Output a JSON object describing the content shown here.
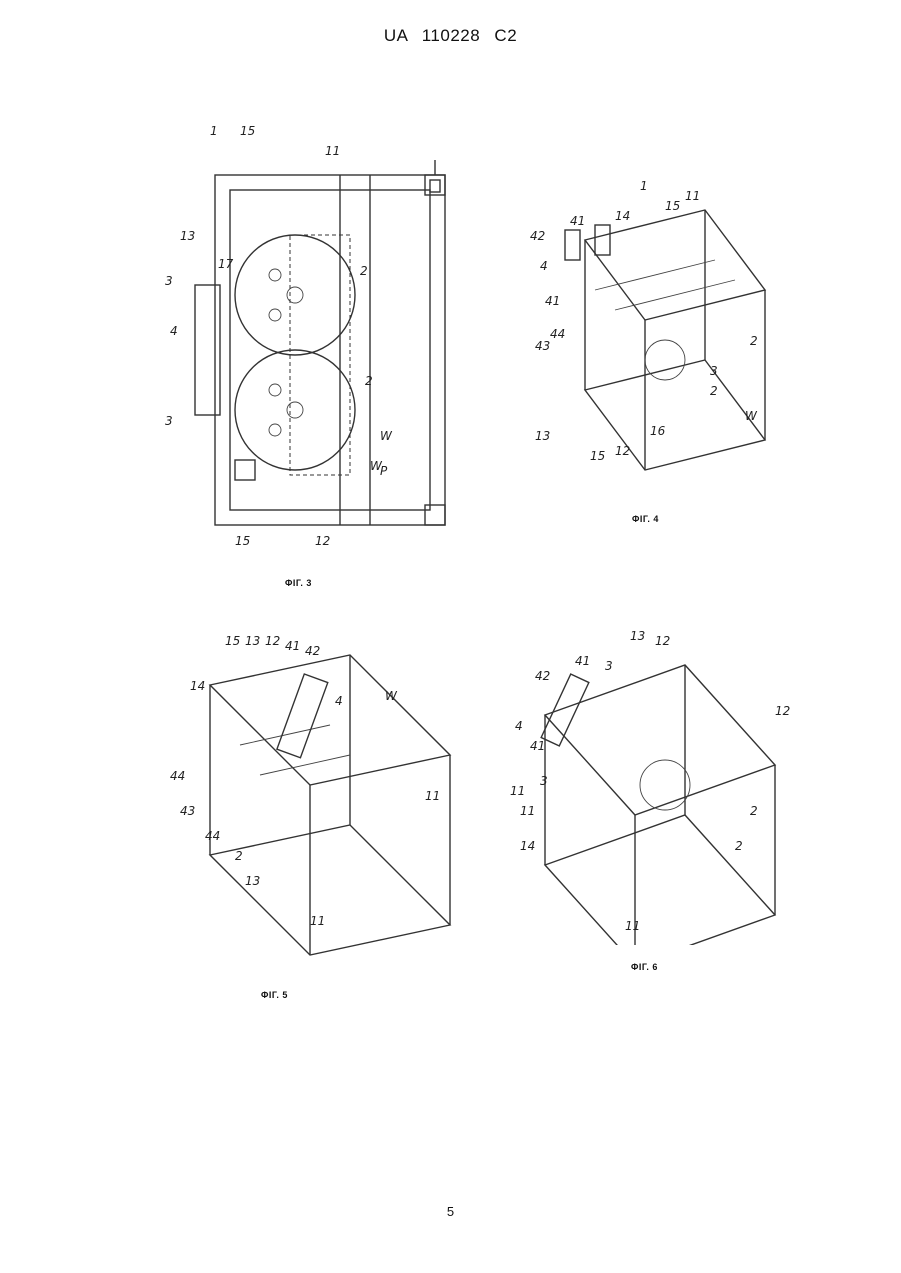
{
  "header": {
    "document_id": "UA   110228   C2"
  },
  "page": {
    "number": "5"
  },
  "figures": [
    {
      "id": "fig3",
      "caption": "ΦIГ. 3",
      "labels": [
        "1",
        "15",
        "11",
        "13",
        "17",
        "3",
        "4",
        "2",
        "3",
        "2",
        "W",
        "W",
        "P",
        "15",
        "12"
      ]
    },
    {
      "id": "fig4",
      "caption": "ΦIГ. 4",
      "labels": [
        "1",
        "11",
        "15",
        "42",
        "41",
        "14",
        "4",
        "41",
        "43",
        "44",
        "2",
        "3",
        "2",
        "W",
        "13",
        "15",
        "12",
        "16"
      ]
    },
    {
      "id": "fig5",
      "caption": "ΦIГ. 5",
      "labels": [
        "15",
        "13",
        "12",
        "41",
        "42",
        "14",
        "4",
        "W",
        "44",
        "43",
        "44",
        "2",
        "13",
        "11",
        "11"
      ]
    },
    {
      "id": "fig6",
      "caption": "ΦIГ. 6",
      "labels": [
        "42",
        "41",
        "13",
        "12",
        "3",
        "4",
        "41",
        "12",
        "11",
        "3",
        "11",
        "2",
        "14",
        "2",
        "11"
      ]
    }
  ]
}
